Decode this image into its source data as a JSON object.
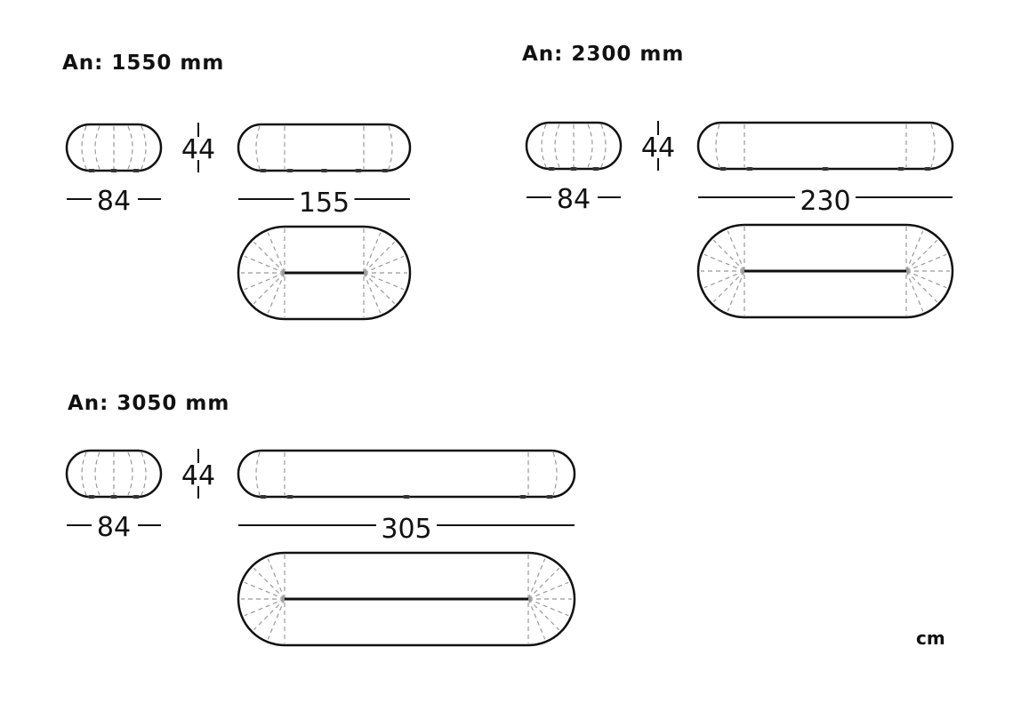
{
  "sets": [
    {
      "title": "An: 1550 mm",
      "height": "44",
      "depth": "84",
      "length": "155"
    },
    {
      "title": "An: 2300 mm",
      "height": "44",
      "depth": "84",
      "length": "230"
    },
    {
      "title": "An: 3050 mm",
      "height": "44",
      "depth": "84",
      "length": "305"
    }
  ],
  "unit": "cm"
}
